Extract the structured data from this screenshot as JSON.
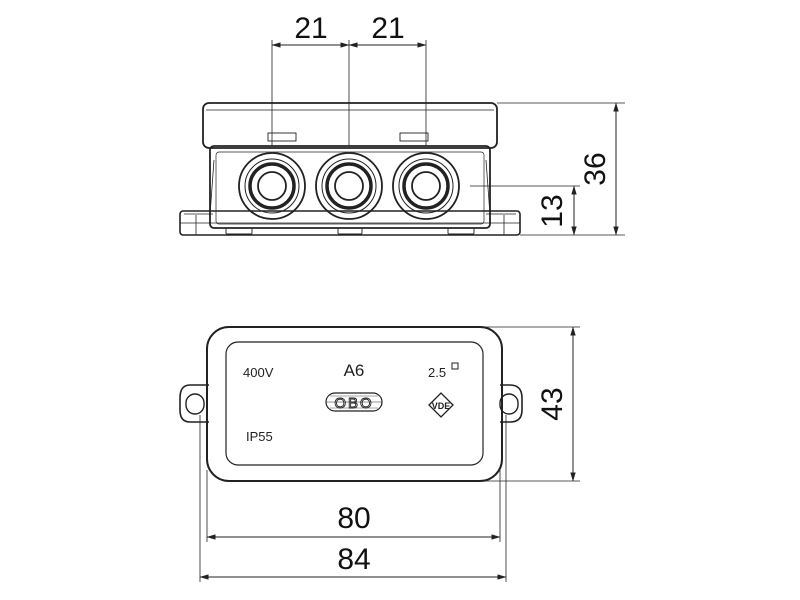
{
  "dimensions": {
    "spacing_left": "21",
    "spacing_right": "21",
    "height_total": "36",
    "height_entry": "13",
    "depth": "43",
    "width_inner": "80",
    "width_outer": "84"
  },
  "lid_markings": {
    "voltage": "400V",
    "model": "A6",
    "cross_section": "2.5",
    "brand": "OBO",
    "protection": "IP55",
    "cert": "VDE"
  }
}
